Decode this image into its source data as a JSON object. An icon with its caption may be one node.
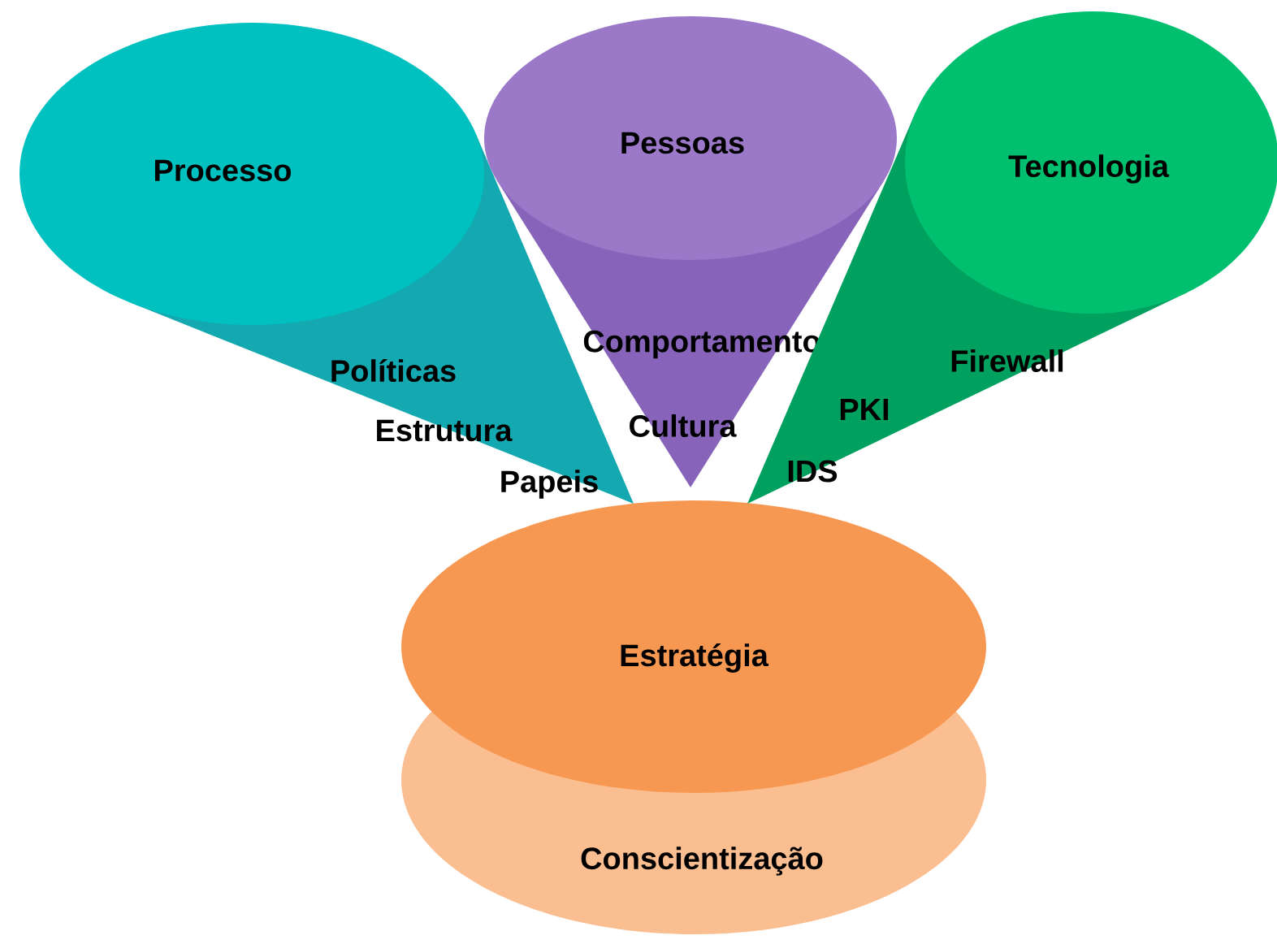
{
  "diagram": {
    "nodes": [
      {
        "text": [
          "Processo",
          "Políticas",
          "Estrutura",
          "Papeis"
        ]
      },
      {
        "text": [
          "Pessoas",
          "Comportamento",
          "Cultura"
        ]
      },
      {
        "text": [
          "Tecnologia",
          "Firewall",
          "PKI",
          "IDS"
        ]
      },
      {
        "text": [
          "Estratégia"
        ]
      },
      {
        "text": [
          "Conscientização"
        ]
      }
    ]
  }
}
